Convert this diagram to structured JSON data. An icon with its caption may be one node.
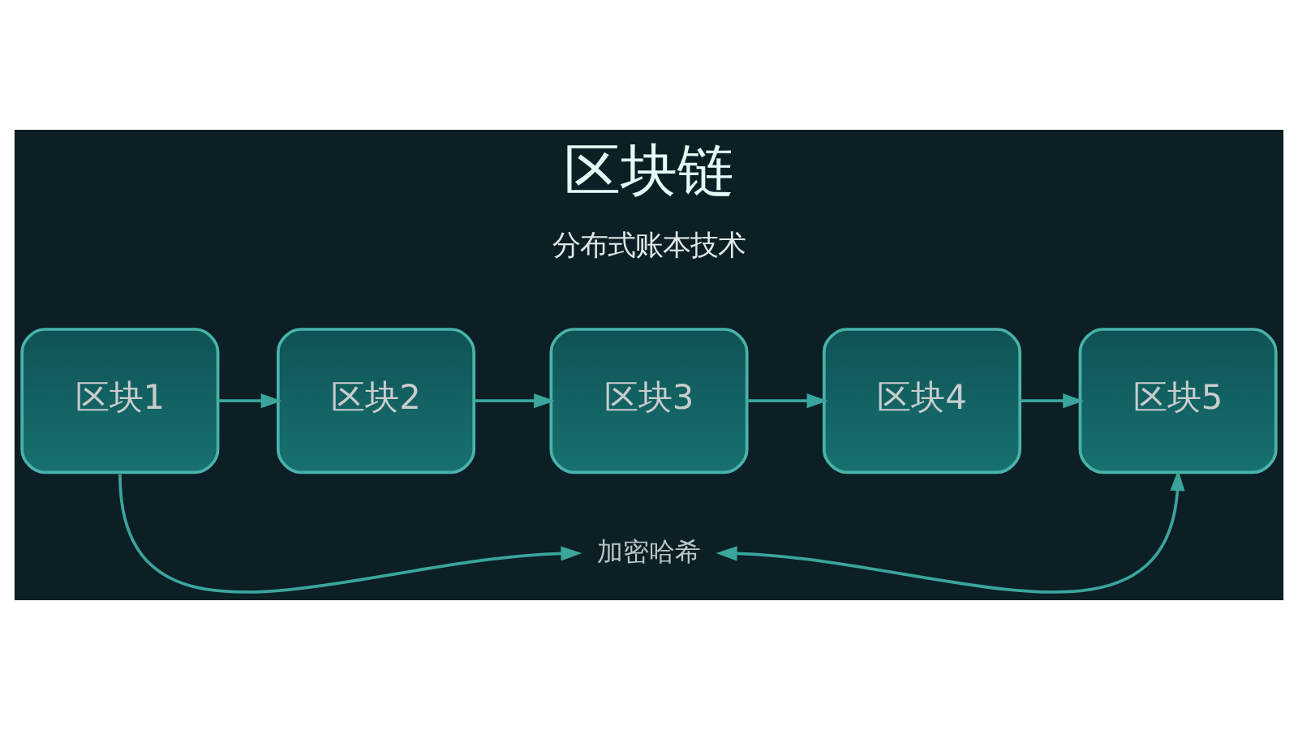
{
  "diagram": {
    "title": "区块链",
    "nodes": [
      {
        "text": [
          "区块1"
        ]
      },
      {
        "text": [
          "区块2"
        ]
      },
      {
        "text": [
          "区块3"
        ]
      },
      {
        "text": [
          "区块4"
        ]
      },
      {
        "text": [
          "区块5"
        ]
      },
      {
        "text": [
          "加密哈希"
        ]
      }
    ],
    "edges": [
      {
        "from": 0,
        "to": 1,
        "arrow": "to"
      },
      {
        "from": 1,
        "to": 2,
        "arrow": "to"
      },
      {
        "from": 2,
        "to": 3,
        "arrow": "to"
      },
      {
        "from": 3,
        "to": 4,
        "arrow": "to"
      },
      {
        "from": 0,
        "to": 5,
        "arrow": "to"
      },
      {
        "from": 5,
        "to": 4,
        "arrow": "both"
      }
    ],
    "labels": [
      "分布式账本技术"
    ]
  }
}
